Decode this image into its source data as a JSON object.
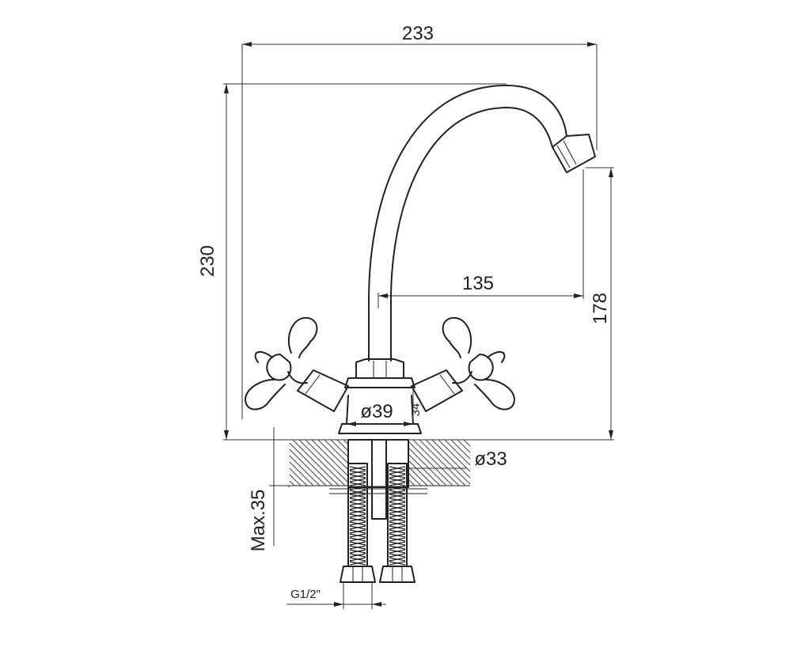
{
  "drawing": {
    "type": "faucet-technical-drawing",
    "dimensions": {
      "overall_width": "233",
      "overall_height": "230",
      "spout_reach": "135",
      "spout_height": "178",
      "base_diameter": "ø39",
      "shank_diameter": "ø33",
      "max_counter_thickness": "Max.35",
      "connection_thread": "G1/2\"",
      "nut_size": "34"
    },
    "line_color": "#222222",
    "background_color": "#ffffff"
  }
}
